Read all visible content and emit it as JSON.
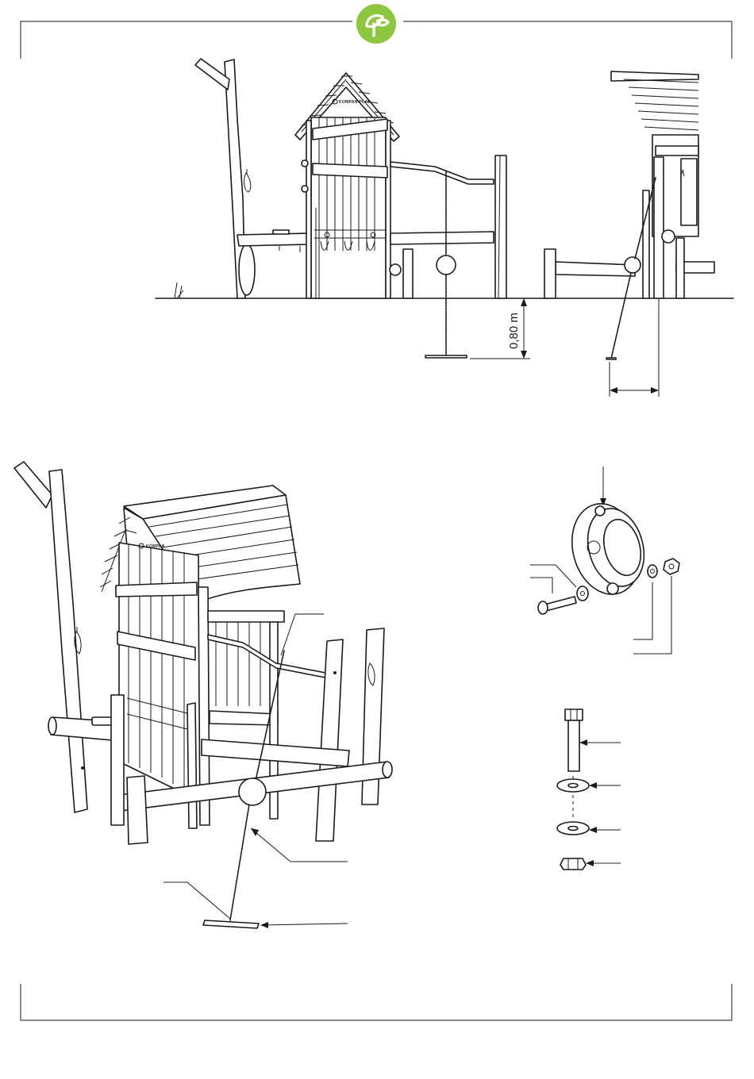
{
  "document": {
    "brand_color": "#8dc63f",
    "line_color": "#1a1a1a",
    "logo_icon": "leaf-logo-icon"
  },
  "side_elevation": {
    "brand_label": "KOMPAN PLAY",
    "dimensions": {
      "height_label": "0,80 m"
    }
  },
  "perspective_view": {
    "brand_label": "KOMPAN"
  }
}
